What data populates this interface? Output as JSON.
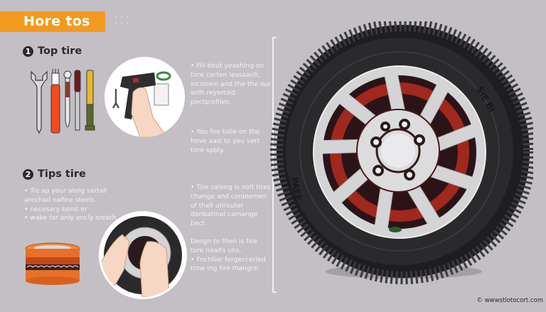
{
  "header": {
    "title": "Hore tos"
  },
  "colors": {
    "accent": "#f29a1e",
    "background": "#c3bfc5",
    "text_dark": "#2a2a2a",
    "text_light": "#f3f2f4"
  },
  "step1": {
    "number": "1",
    "title": "Top tire",
    "icons": [
      "wrench-icon",
      "screwdriver-icon",
      "bottle-opener-icon",
      "knife-icon",
      "tire-lever-icon",
      "tire-pressure-gun-icon"
    ],
    "bullets": [
      "Fill beut yeashing on tirre certen lessaanlt, inconien and the the our with reyerced pectprofiles.",
      "You fire tolie on the hove aasl to you vert tirre spbly."
    ]
  },
  "step2": {
    "number": "2",
    "title": "Tips tire",
    "bullets_left": [
      "Tis ap your atolg sartall arechad nafine steels.",
      "necesary bonit or",
      "wake for anly encly sreath."
    ],
    "bullets_right": [
      "Tire saleng is nolt tires change and coninemen of thell unrouter denbatinal camange bect.",
      "Desgn to then is tire tore nealts uns.",
      "Fnctilier fergeccerled trow ing tire mangre."
    ],
    "bullets_right_style": [
      true,
      false,
      true
    ]
  },
  "wheel": {
    "sidewall_text_top": "SIE BI",
    "sidewall_text_left": "PAEE"
  },
  "footer": {
    "watermark": "© wwwstlotocort.com"
  }
}
